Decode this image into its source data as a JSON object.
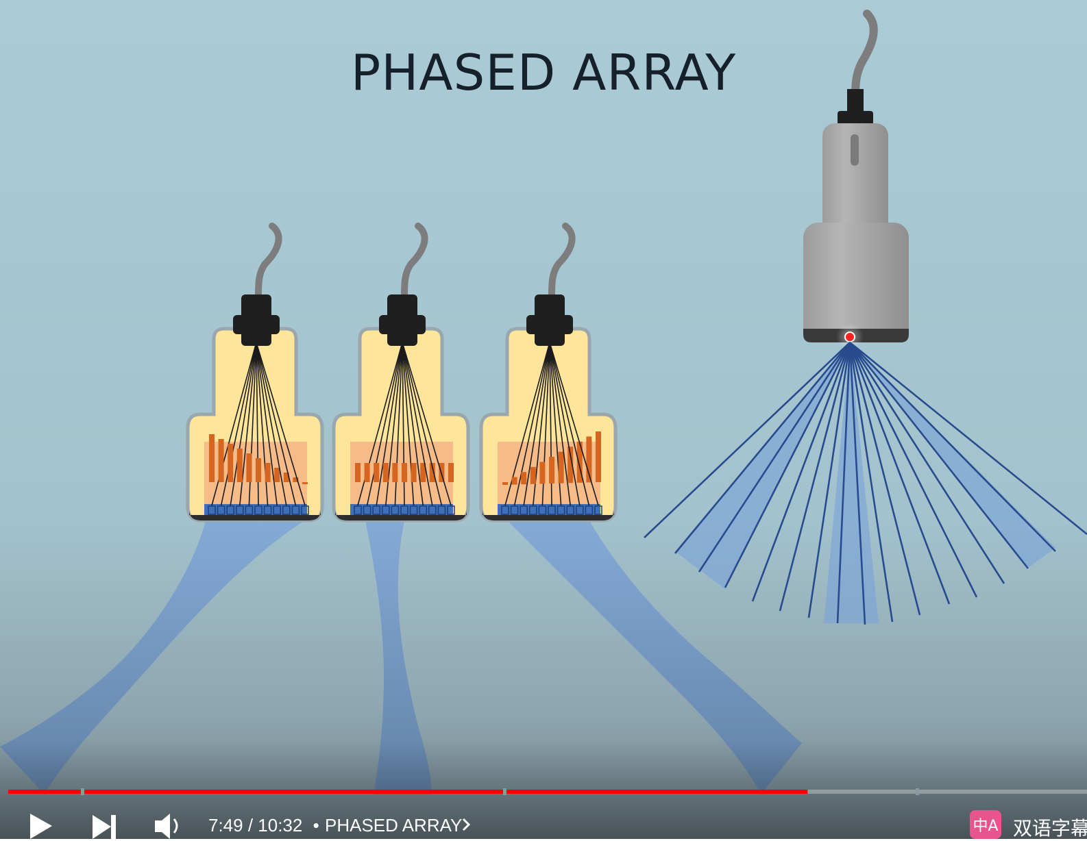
{
  "video": {
    "slide_title": "PHASED ARRAY",
    "current_time": "7:49",
    "duration": "10:32",
    "time_separator": " / ",
    "chapter_bullet": "•",
    "chapter_title": "PHASED ARRAY",
    "progress_fraction": 0.741,
    "chapter_markers": 4
  },
  "controls": {
    "play_icon": "play-icon",
    "next_icon": "next-icon",
    "volume_icon": "volume-icon",
    "chapter_chevron_icon": "chevron-right-icon",
    "extension_badge": "中A",
    "extension_label": "双语字幕"
  },
  "colors": {
    "background_top": "#a9cad5",
    "progress_played": "#ff0000",
    "probe_body": "#fde59a",
    "element_fill": "#3f6fb8",
    "beam": "#6f9bd0",
    "delay_bars": "#d6651f"
  }
}
